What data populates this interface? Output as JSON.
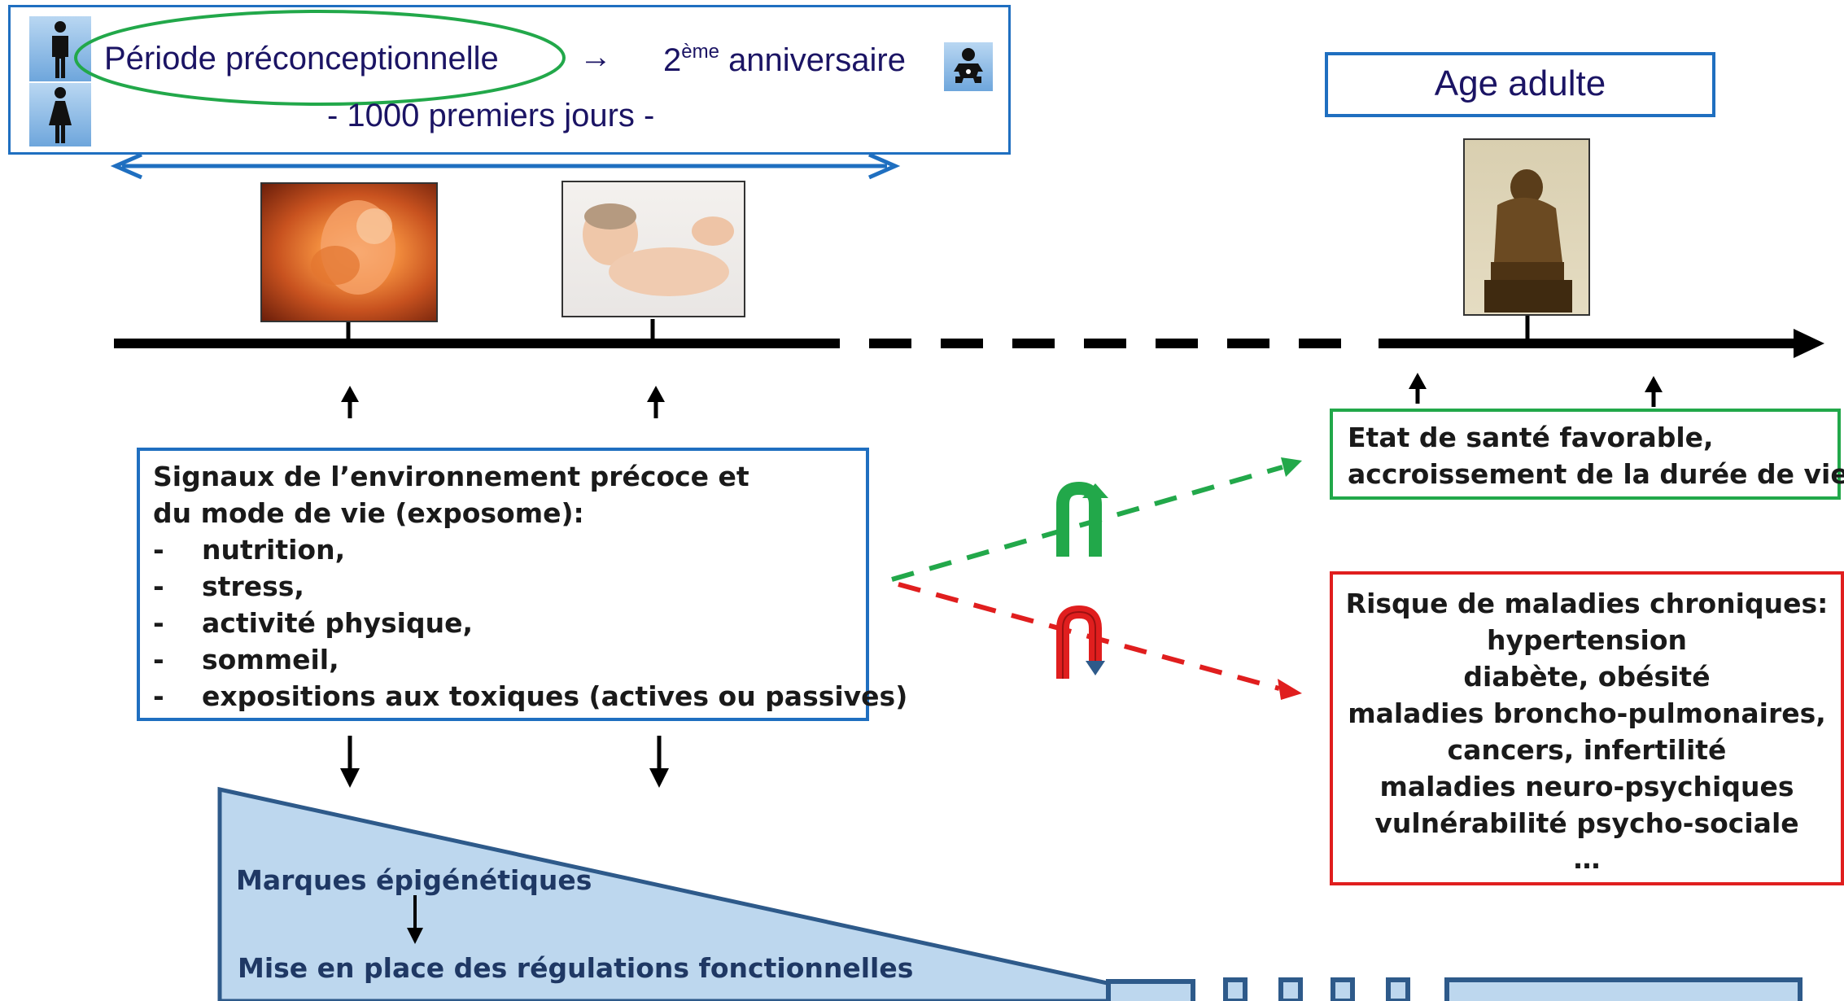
{
  "header": {
    "period_start": "Période préconceptionnelle",
    "arrow": "→",
    "anniv_prefix": "2",
    "anniv_sup": "ème",
    "anniv_rest": "anniversaire",
    "thousand_days": "- 1000 premiers jours -"
  },
  "adult": {
    "label": "Age adulte"
  },
  "signals": {
    "title_line1": "Signaux de l’environnement précoce et",
    "title_line2": "du mode de vie (exposome):",
    "items": [
      "nutrition,",
      "stress,",
      "activité physique,",
      "sommeil,",
      "expositions aux toxiques (actives ou passives)"
    ],
    "bullet": "-"
  },
  "favorable": {
    "line1": "Etat de santé favorable,",
    "line2": "accroissement de la durée de vie"
  },
  "risk": {
    "lines": [
      "Risque de maladies chroniques:",
      "hypertension",
      "diabète, obésité",
      "maladies broncho-pulmonaires,",
      "cancers, infertilité",
      "maladies neuro-psychiques",
      "vulnérabilité psycho-sociale",
      "…"
    ]
  },
  "epigenetic": {
    "marks": "Marques épigénétiques",
    "regulation": "Mise en place des régulations fonctionnelles"
  },
  "colors": {
    "blue_border": "#1f6fc0",
    "green": "#22a84a",
    "red": "#e01e1e",
    "wedge_fill": "#bdd7ee",
    "wedge_stroke": "#2e5a8a",
    "text_blue": "#1b1464"
  }
}
